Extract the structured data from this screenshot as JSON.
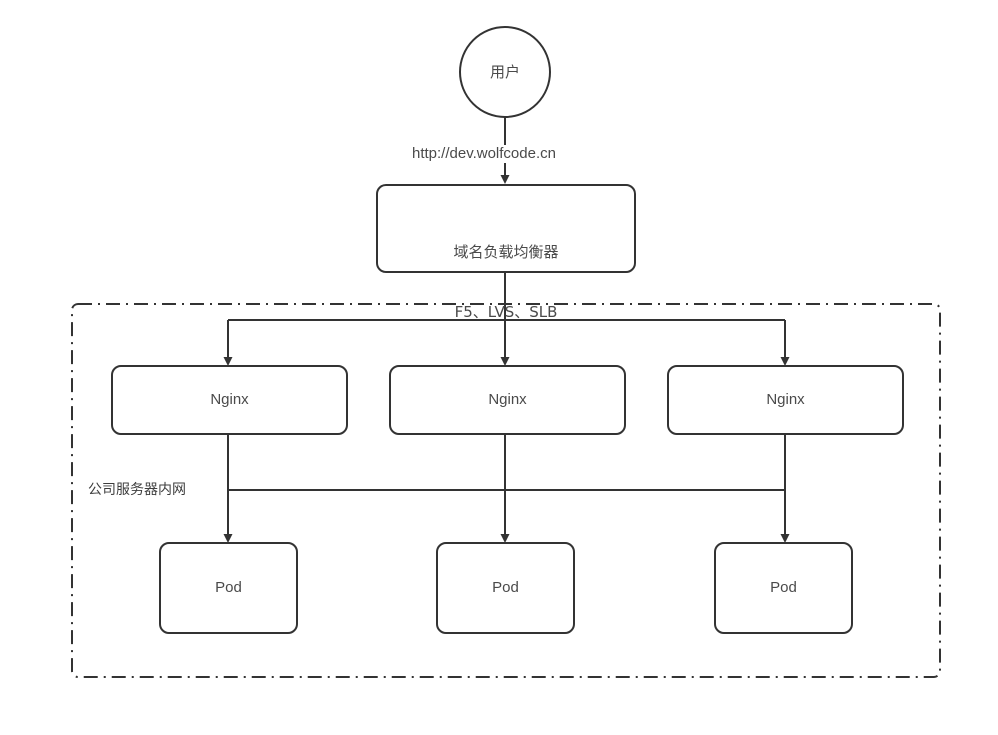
{
  "diagram": {
    "title": "Kubernetes ingress traffic flow diagram",
    "background_color": "#ffffff",
    "stroke_color": "#333333",
    "text_color": "#4a4a4a",
    "nodes": {
      "user": {
        "label": "用户",
        "shape": "circle"
      },
      "load_balancer": {
        "label_line1": "域名负载均衡器",
        "label_line2": "F5、LVS、SLB",
        "shape": "rounded-rect"
      },
      "nginx": [
        {
          "label": "Nginx"
        },
        {
          "label": "Nginx"
        },
        {
          "label": "Nginx"
        }
      ],
      "pod": [
        {
          "label": "Pod"
        },
        {
          "label": "Pod"
        },
        {
          "label": "Pod"
        }
      ]
    },
    "edges": {
      "user_to_lb": "http://dev.wolfcode.cn"
    },
    "zone": {
      "label": "公司服务器内网",
      "border_style": "dash-dot"
    }
  }
}
